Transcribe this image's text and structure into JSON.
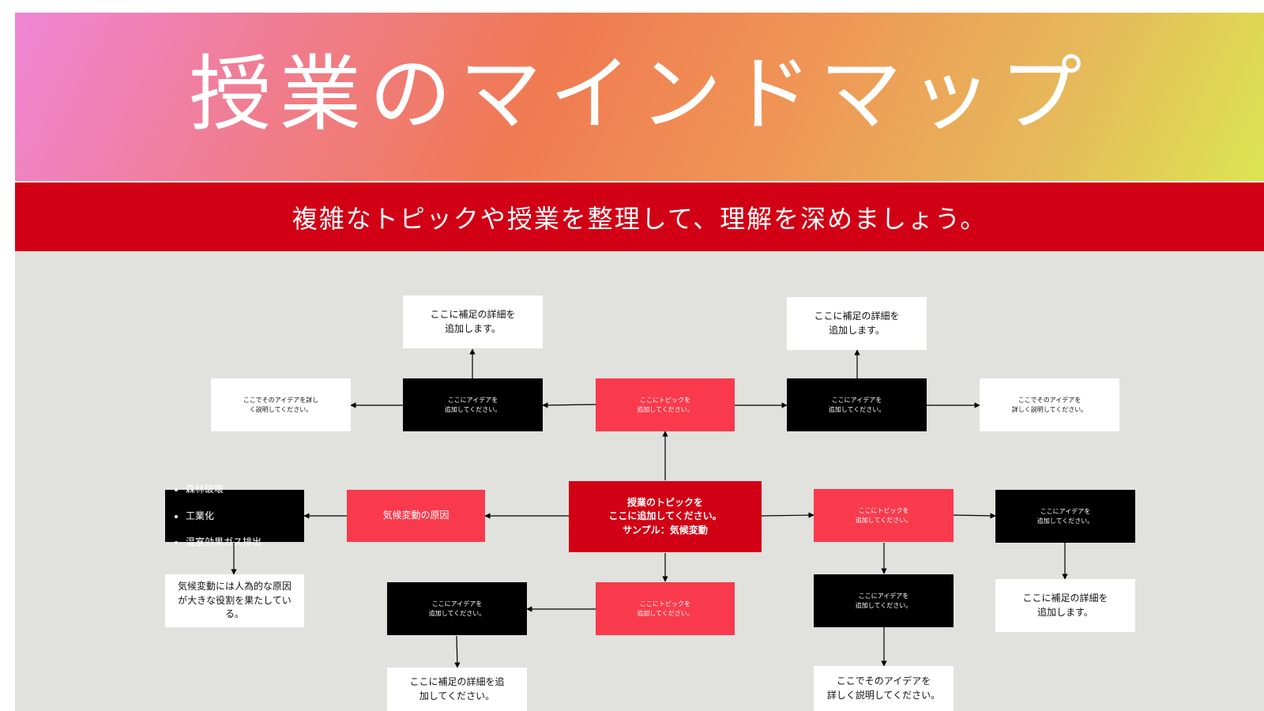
{
  "header": {
    "title": "授業のマインドマップ",
    "subtitle": "複雑なトピックや授業を整理して、理解を深めましょう。"
  },
  "colors": {
    "accent_red": "#d10015",
    "topic_pink": "#f93a4d",
    "idea_black": "#000000",
    "detail_white": "#ffffff",
    "canvas_gray": "#e1e2de"
  },
  "mindmap": {
    "center": {
      "text": "授業のトピックを\nここに追加してください。\nサンプル：気候変動"
    },
    "top_topic": {
      "text": "ここにトピックを\n追加してください。"
    },
    "top_left_idea": {
      "text": "ここにアイデアを\n追加してください。"
    },
    "top_left_detail": {
      "text": "ここに補足の詳細を\n追加します。"
    },
    "top_left_explain": {
      "text": "ここでそのアイデアを詳し\nく説明してください。"
    },
    "top_right_idea": {
      "text": "ここにアイデアを\n追加してください。"
    },
    "top_right_detail": {
      "text": "ここに補足の詳細を\n追加します。"
    },
    "top_right_explain": {
      "text": "ここでそのアイデアを\n詳しく説明してください。"
    },
    "left_topic": {
      "text": "気候変動の原因"
    },
    "left_bullets": {
      "items": [
        "森林破壊",
        "工業化",
        "温室効果ガス排出"
      ]
    },
    "left_detail": {
      "text": "気候変動には人為的な原因\nが大きな役割を果たしてい\nる。"
    },
    "right_topic": {
      "text": "ここにトピックを\n追加してください。"
    },
    "right_idea": {
      "text": "ここにアイデアを\n追加してください。"
    },
    "right_detail": {
      "text": "ここに補足の詳細を\n追加します。"
    },
    "right_down_idea": {
      "text": "ここにアイデアを\n追加してください。"
    },
    "right_down_explain": {
      "text": "ここでそのアイデアを\n詳しく説明してください。"
    },
    "bottom_topic": {
      "text": "ここにトピックを\n追加してください。"
    },
    "bottom_idea": {
      "text": "ここにアイデアを\n追加してください。"
    },
    "bottom_detail": {
      "text": "ここに補足の詳細を追\n加してください。"
    }
  }
}
